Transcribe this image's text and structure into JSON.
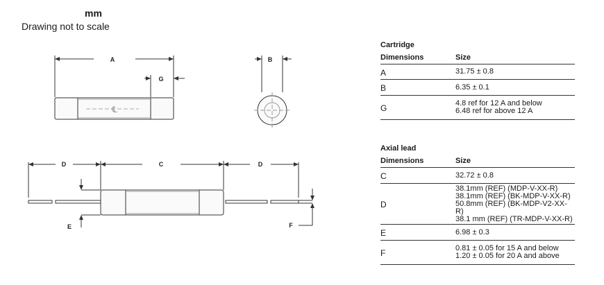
{
  "header": {
    "units": "mm",
    "note": "Drawing not to scale"
  },
  "drawing": {
    "labels": {
      "A": "A",
      "B": "B",
      "G": "G",
      "C": "C",
      "D": "D",
      "E": "E",
      "F": "F",
      "centerline": "℄"
    }
  },
  "cartridge": {
    "title": "Cartridge",
    "col_dimensions": "Dimensions",
    "col_size": "Size",
    "rows": [
      {
        "dim": "A",
        "size": "31.75 ± 0.8"
      },
      {
        "dim": "B",
        "size": "6.35 ± 0.1"
      },
      {
        "dim": "G",
        "size": "4.8 ref for 12 A and below\n6.48 ref for above 12 A"
      }
    ]
  },
  "axial": {
    "title": "Axial lead",
    "col_dimensions": "Dimensions",
    "col_size": "Size",
    "rows": [
      {
        "dim": "C",
        "size": "32.72 ± 0.8"
      },
      {
        "dim": "D",
        "size": "38.1mm (REF) (MDP-V-XX-R)\n38.1mm (REF) (BK-MDP-V-XX-R)\n50.8mm (REF) (BK-MDP-V2-XX-R)\n38.1 mm (REF) (TR-MDP-V-XX-R)"
      },
      {
        "dim": "E",
        "size": "6.98 ± 0.3"
      },
      {
        "dim": "F",
        "size": "0.81 ± 0.05 for 15 A and below\n1.20 ± 0.05 for 20 A and above"
      }
    ]
  }
}
